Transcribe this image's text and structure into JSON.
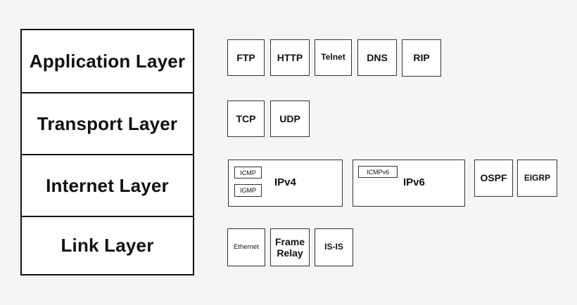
{
  "layers": {
    "application": "Application Layer",
    "transport": "Transport Layer",
    "internet": "Internet Layer",
    "link": "Link Layer"
  },
  "application_protocols": {
    "ftp": "FTP",
    "http": "HTTP",
    "telnet": "Telnet",
    "dns": "DNS",
    "rip": "RIP"
  },
  "transport_protocols": {
    "tcp": "TCP",
    "udp": "UDP"
  },
  "internet_protocols": {
    "ipv4": "IPv4",
    "icmp": "ICMP",
    "igmp": "IGMP",
    "ipv6": "IPv6",
    "icmpv6": "ICMPv6",
    "ospf": "OSPF",
    "eigrp": "EIGRP"
  },
  "link_protocols": {
    "ethernet": "Ethernet",
    "frame_relay": "Frame Relay",
    "isis": "IS-IS"
  }
}
